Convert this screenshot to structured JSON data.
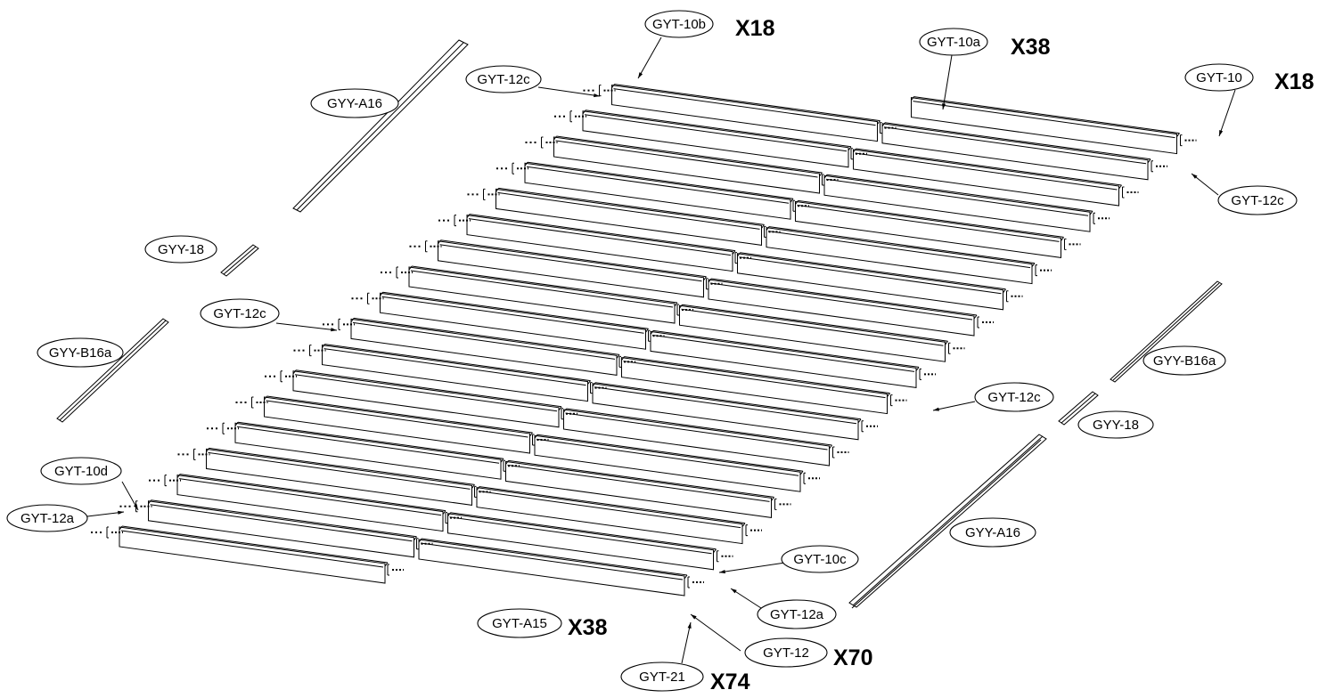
{
  "diagram": {
    "callouts": [
      {
        "id": "c1",
        "label": "GYT-10b",
        "qty": "X18"
      },
      {
        "id": "c2",
        "label": "GYT-10a",
        "qty": "X38"
      },
      {
        "id": "c3",
        "label": "GYT-10",
        "qty": "X18"
      },
      {
        "id": "c4",
        "label": "GYT-12c",
        "qty": ""
      },
      {
        "id": "c5",
        "label": "GYY-A16",
        "qty": ""
      },
      {
        "id": "c6",
        "label": "GYT-12c",
        "qty": ""
      },
      {
        "id": "c7",
        "label": "GYY-18",
        "qty": ""
      },
      {
        "id": "c8",
        "label": "GYT-12c",
        "qty": ""
      },
      {
        "id": "c9",
        "label": "GYY-B16a",
        "qty": ""
      },
      {
        "id": "c10",
        "label": "GYY-B16a",
        "qty": ""
      },
      {
        "id": "c11",
        "label": "GYT-12c",
        "qty": ""
      },
      {
        "id": "c12",
        "label": "GYY-18",
        "qty": ""
      },
      {
        "id": "c13",
        "label": "GYT-10d",
        "qty": ""
      },
      {
        "id": "c14",
        "label": "GYT-12a",
        "qty": ""
      },
      {
        "id": "c15",
        "label": "GYY-A16",
        "qty": ""
      },
      {
        "id": "c16",
        "label": "GYT-10c",
        "qty": ""
      },
      {
        "id": "c17",
        "label": "GYT-12a",
        "qty": ""
      },
      {
        "id": "c18",
        "label": "GYT-A15",
        "qty": "X38"
      },
      {
        "id": "c19",
        "label": "GYT-12",
        "qty": "X70"
      },
      {
        "id": "c20",
        "label": "GYT-21",
        "qty": "X74"
      }
    ]
  }
}
